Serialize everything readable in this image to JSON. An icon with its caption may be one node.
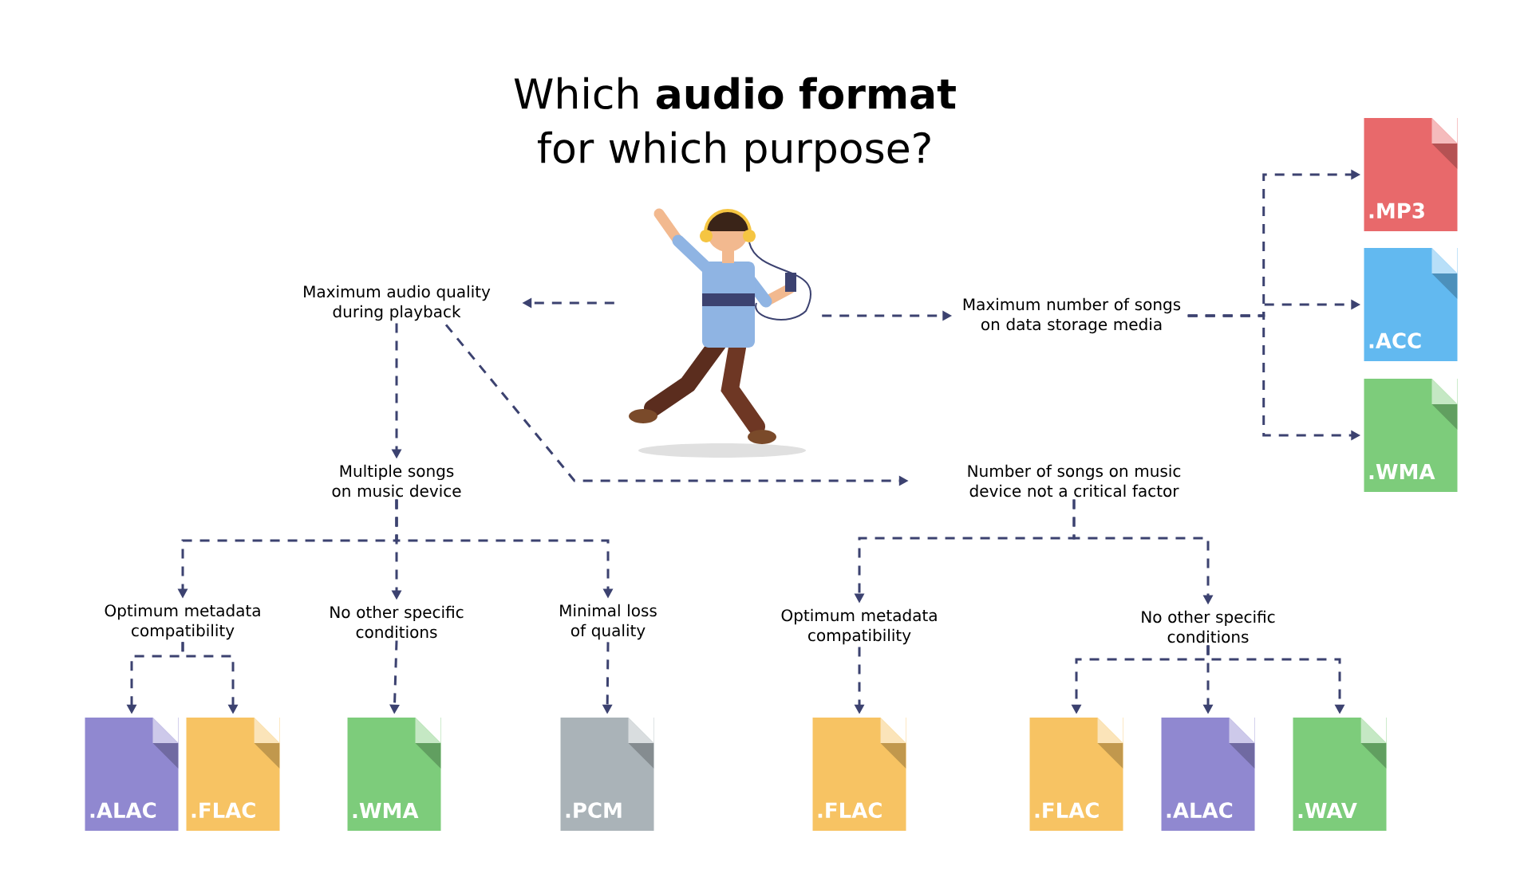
{
  "diagram": {
    "title": "Which **audio format** for which purpose?",
    "nodes": [
      {
        "text": [],
        "shape": "person"
      },
      {
        "text": [
          "Maximum audio quality during playback"
        ]
      },
      {
        "text": [
          "Maximum number of songs on data storage media"
        ]
      },
      {
        "text": [
          ".MP3"
        ]
      },
      {
        "text": [
          ".ACC"
        ]
      },
      {
        "text": [
          ".WMA"
        ]
      },
      {
        "text": [
          "Multiple songs on music device"
        ]
      },
      {
        "text": [
          "Number of songs on music device not a critical factor"
        ]
      },
      {
        "text": [
          "Optimum metadata compatibility"
        ]
      },
      {
        "text": [
          "No other specific conditions"
        ]
      },
      {
        "text": [
          "Minimal loss of quality"
        ]
      },
      {
        "text": [
          "Optimum metadata compatibility"
        ]
      },
      {
        "text": [
          "No other specific conditions"
        ]
      },
      {
        "text": [
          ".ALAC"
        ]
      },
      {
        "text": [
          ".FLAC"
        ]
      },
      {
        "text": [
          ".WMA"
        ]
      },
      {
        "text": [
          ".PCM"
        ]
      },
      {
        "text": [
          ".FLAC"
        ]
      },
      {
        "text": [
          ".FLAC"
        ]
      },
      {
        "text": [
          ".ALAC"
        ]
      },
      {
        "text": [
          ".WAV"
        ]
      }
    ],
    "edges": [
      {
        "from": 0,
        "to": 1,
        "arrow": "to"
      },
      {
        "from": 0,
        "to": 2,
        "arrow": "to"
      },
      {
        "from": 2,
        "to": 3,
        "arrow": "to"
      },
      {
        "from": 2,
        "to": 4,
        "arrow": "to"
      },
      {
        "from": 2,
        "to": 5,
        "arrow": "to"
      },
      {
        "from": 1,
        "to": 6,
        "arrow": "to"
      },
      {
        "from": 1,
        "to": 7,
        "arrow": "to"
      },
      {
        "from": 6,
        "to": 8,
        "arrow": "to"
      },
      {
        "from": 6,
        "to": 9,
        "arrow": "to"
      },
      {
        "from": 6,
        "to": 10,
        "arrow": "to"
      },
      {
        "from": 7,
        "to": 11,
        "arrow": "to"
      },
      {
        "from": 7,
        "to": 12,
        "arrow": "to"
      },
      {
        "from": 8,
        "to": 13,
        "arrow": "to"
      },
      {
        "from": 8,
        "to": 14,
        "arrow": "to"
      },
      {
        "from": 9,
        "to": 15,
        "arrow": "to"
      },
      {
        "from": 10,
        "to": 16,
        "arrow": "to"
      },
      {
        "from": 11,
        "to": 17,
        "arrow": "to"
      },
      {
        "from": 12,
        "to": 18,
        "arrow": "to"
      },
      {
        "from": 12,
        "to": 19,
        "arrow": "to"
      },
      {
        "from": 12,
        "to": 20,
        "arrow": "to"
      }
    ]
  }
}
